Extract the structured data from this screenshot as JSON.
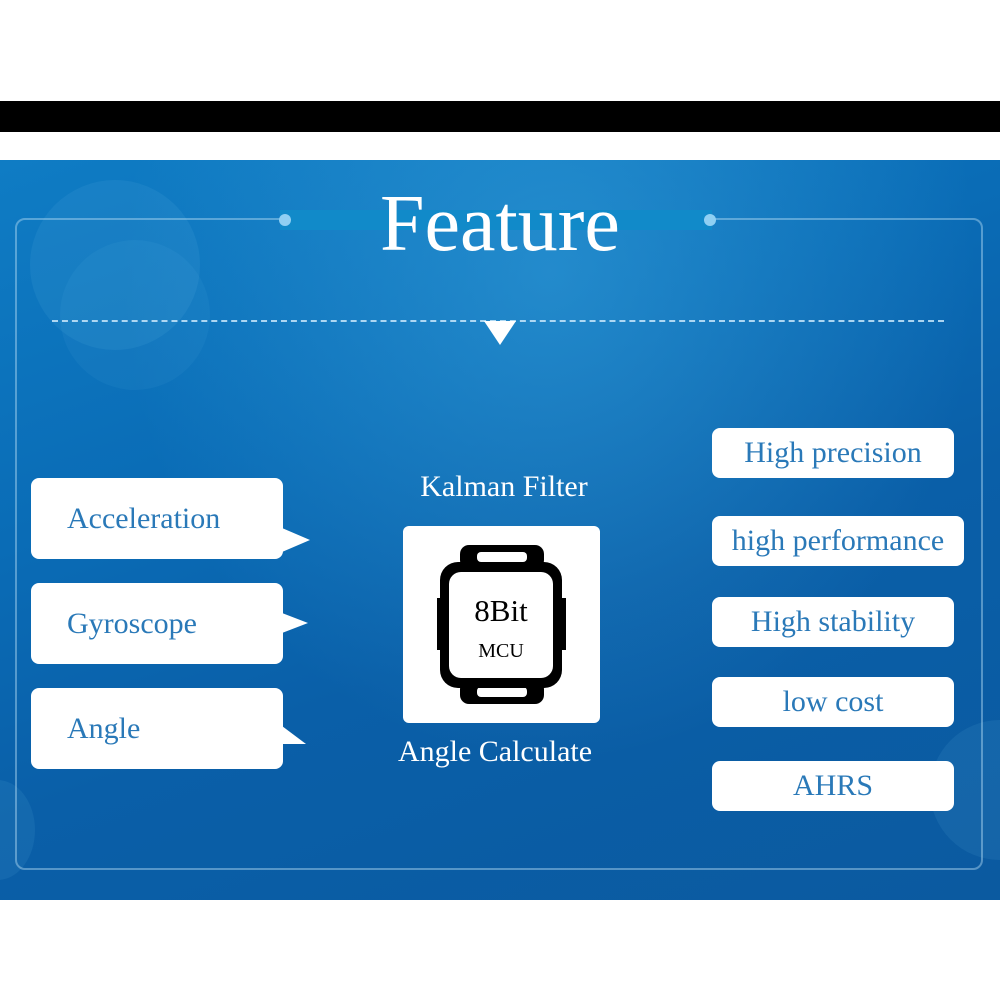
{
  "title": "Feature",
  "inputs": [
    "Acceleration",
    "Gyroscope",
    "Angle"
  ],
  "center": {
    "top_label": "Kalman Filter",
    "chip_main": "8Bit",
    "chip_sub": "MCU",
    "bottom_label": "Angle Calculate"
  },
  "features": [
    "High precision",
    "high performance",
    "High stability",
    "low cost",
    "AHRS"
  ],
  "colors": {
    "panel_blue": "#0a6cb6",
    "label_blue": "#2a79b8",
    "white": "#ffffff"
  },
  "icons": {
    "chip": "smartwatch-chip-icon",
    "arrow": "down-triangle-icon"
  }
}
